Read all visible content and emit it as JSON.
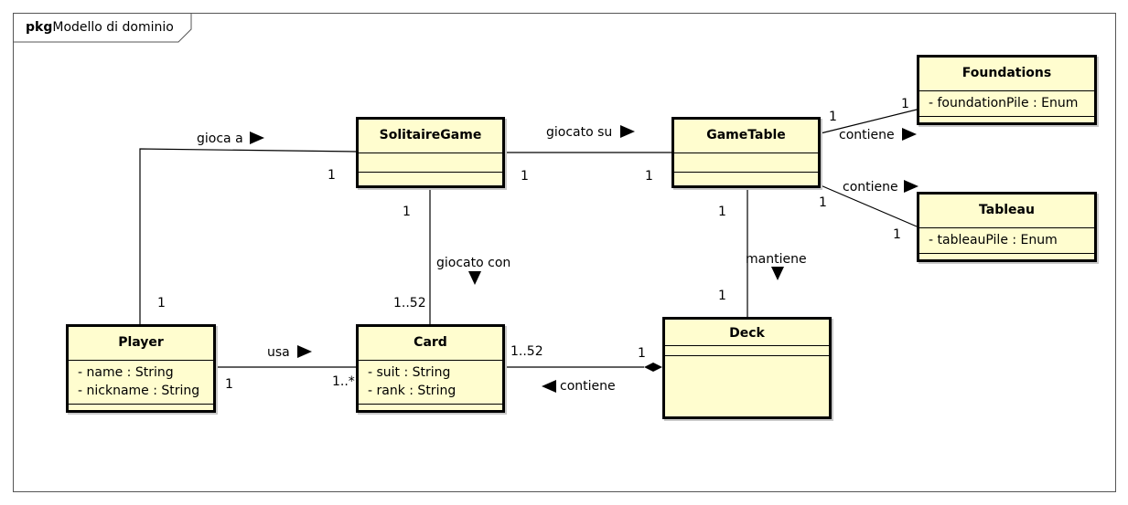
{
  "package": {
    "keyword": "pkg",
    "name": "Modello di dominio"
  },
  "classes": {
    "player": {
      "name": "Player",
      "attributes": [
        "- name : String",
        "- nickname : String"
      ]
    },
    "solitaire_game": {
      "name": "SolitaireGame",
      "attributes": []
    },
    "card": {
      "name": "Card",
      "attributes": [
        "- suit : String",
        "- rank : String"
      ]
    },
    "game_table": {
      "name": "GameTable",
      "attributes": []
    },
    "deck": {
      "name": "Deck",
      "attributes": []
    },
    "foundations": {
      "name": "Foundations",
      "attributes": [
        "- foundationPile : Enum"
      ]
    },
    "tableau": {
      "name": "Tableau",
      "attributes": [
        "- tableauPile : Enum"
      ]
    }
  },
  "associations": {
    "player_game": {
      "label": "gioca a",
      "mult_player": "1",
      "mult_game": "1",
      "direction": "right"
    },
    "game_table": {
      "label": "giocato su",
      "mult_game": "1",
      "mult_table": "1",
      "direction": "right"
    },
    "game_card": {
      "label": "giocato con",
      "mult_game": "1",
      "mult_card": "1..52",
      "direction": "down"
    },
    "player_card": {
      "label": "usa",
      "mult_player": "1",
      "mult_card": "1..*",
      "direction": "right"
    },
    "deck_card": {
      "label": "contiene",
      "mult_card": "1..52",
      "mult_deck": "1",
      "direction": "left"
    },
    "table_deck": {
      "label": "mantiene",
      "mult_table": "1",
      "mult_deck": "1",
      "direction": "down"
    },
    "table_foundations": {
      "label": "contiene",
      "mult_table": "1",
      "mult_foundations": "1",
      "direction": "right"
    },
    "table_tableau": {
      "label": "contiene",
      "mult_table": "1",
      "mult_tableau": "1",
      "direction": "right"
    }
  }
}
